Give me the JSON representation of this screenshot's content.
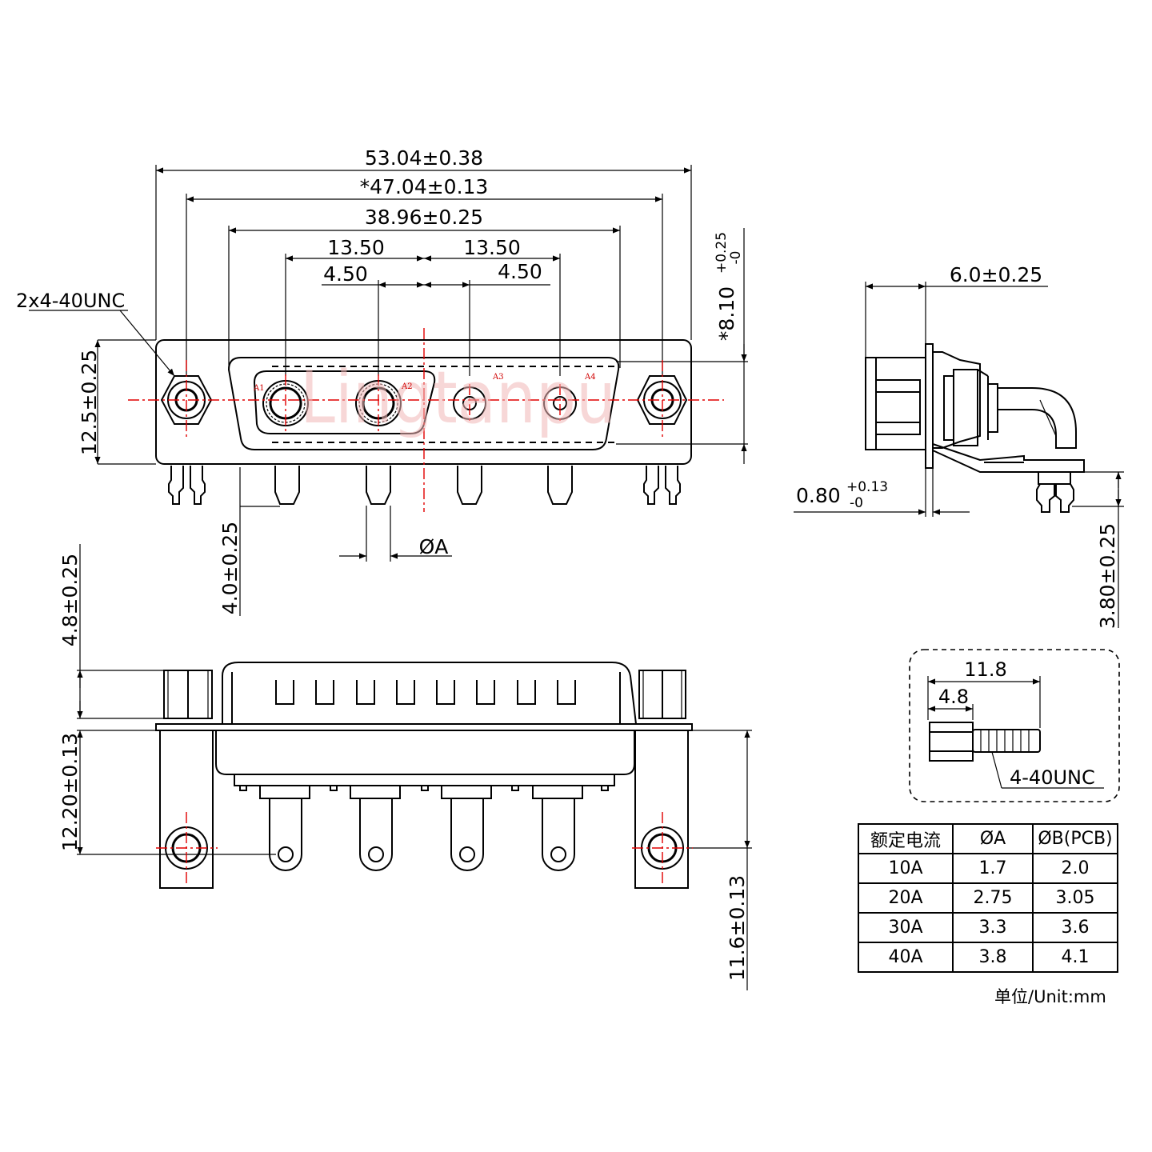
{
  "front_view": {
    "dim_overall": "53.04±0.38",
    "dim_mount": "*47.04±0.13",
    "dim_shell": "38.96±0.25",
    "dim_pitch_left": "13.50",
    "dim_pitch_right": "13.50",
    "dim_offset_left": "4.50",
    "dim_offset_right": "4.50",
    "thread_callout": "2x4-40UNC",
    "dim_height": "12.5±0.25",
    "dim_depth": "*8.10",
    "dim_depth_tol_upper": "+0.25",
    "dim_depth_tol_lower": "-0",
    "dim_pin_length": "4.0±0.25",
    "dim_pin_dia": "ØA",
    "pin_labels": [
      "A1",
      "A2",
      "A3",
      "A4"
    ],
    "watermark": "Lingtanpu"
  },
  "side_view": {
    "dim_width": "6.0±0.25",
    "dim_plate": "0.80",
    "dim_plate_tol_upper": "+0.13",
    "dim_plate_tol_lower": "-0",
    "dim_leg": "3.80±0.25"
  },
  "top_view": {
    "dim_standoff": "4.8±0.25",
    "dim_offset": "12.20±0.13",
    "dim_total": "11.6±0.13"
  },
  "screw_detail": {
    "dim_total": "11.8",
    "dim_head": "4.8",
    "thread": "4-40UNC"
  },
  "spec_table": {
    "headers": [
      "额定电流",
      "ØA",
      "ØB(PCB)"
    ],
    "rows": [
      [
        "10A",
        "1.7",
        "2.0"
      ],
      [
        "20A",
        "2.75",
        "3.05"
      ],
      [
        "30A",
        "3.3",
        "3.6"
      ],
      [
        "40A",
        "3.8",
        "4.1"
      ]
    ]
  },
  "unit_note": "单位/Unit:mm"
}
